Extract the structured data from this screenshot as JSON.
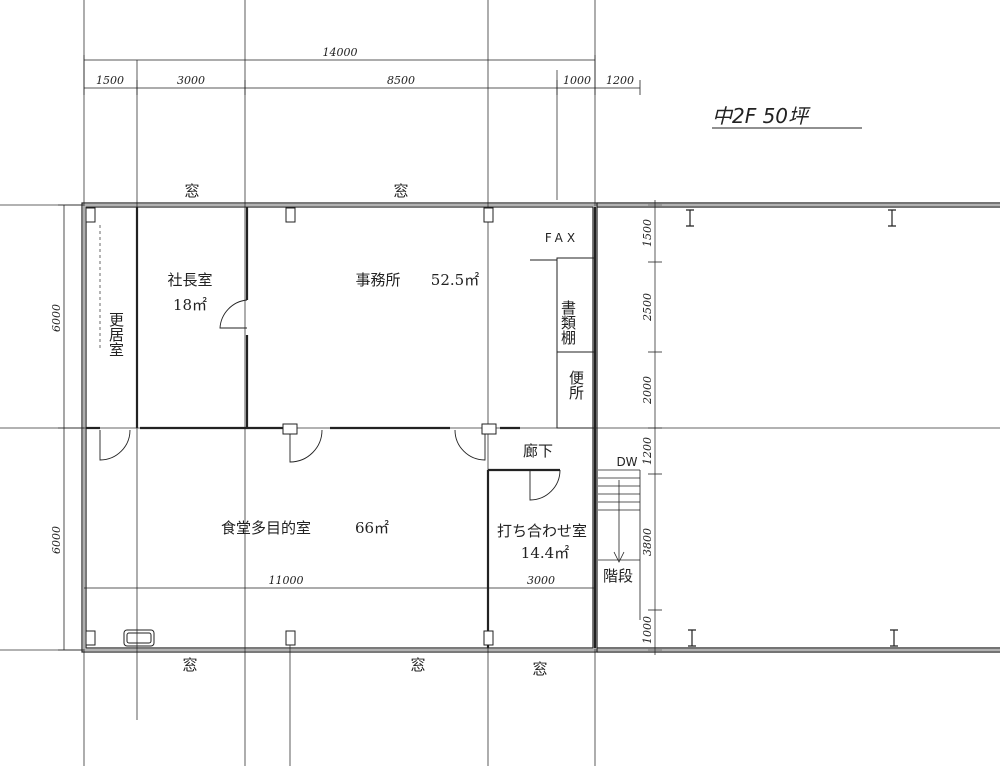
{
  "title": "中2F 50坪",
  "dimensions": {
    "total_width": "14000",
    "seg_1500": "1500",
    "seg_3000": "3000",
    "seg_8500": "8500",
    "seg_1000": "1000",
    "seg_1200": "1200",
    "left_top": "6000",
    "left_bottom": "6000",
    "right_1500": "1500",
    "right_2500": "2500",
    "right_2000": "2000",
    "right_1200": "1200",
    "right_3800": "3800",
    "right_1000": "1000",
    "bottom_11000": "11000",
    "bottom_3000": "3000"
  },
  "rooms": {
    "president": {
      "name": "社長室",
      "area": "18㎡"
    },
    "office": {
      "name": "事務所",
      "area": "52.5㎡"
    },
    "fax": "FAX",
    "shelf": "書類棚",
    "toilet": "便所",
    "locker": "更居室",
    "corridor": "廊下",
    "dw": "DW",
    "dining": {
      "name": "食堂多目的室",
      "area": "66㎡"
    },
    "meeting": {
      "name": "打ち合わせ室",
      "area": "14.4㎡"
    },
    "stairs": "階段"
  },
  "windows": {
    "top_1": "窓",
    "top_2": "窓",
    "bottom_1": "窓",
    "bottom_2": "窓",
    "bottom_3": "窓"
  }
}
